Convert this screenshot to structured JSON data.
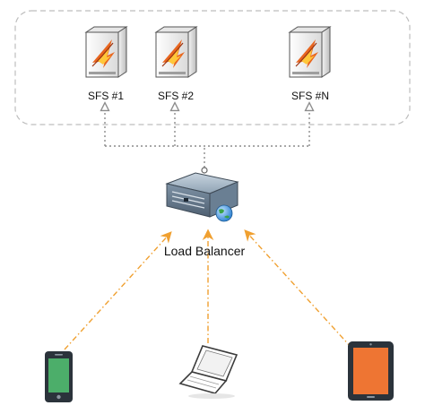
{
  "servers": [
    {
      "label": "SFS #1",
      "icon": "server-tower-icon"
    },
    {
      "label": "SFS #2",
      "icon": "server-tower-icon"
    },
    {
      "label": "SFS #N",
      "icon": "server-tower-icon"
    }
  ],
  "load_balancer": {
    "label": "Load Balancer",
    "icon": "load-balancer-server-icon"
  },
  "clients": [
    {
      "device": "smartphone",
      "icon": "smartphone-icon"
    },
    {
      "device": "laptop",
      "icon": "laptop-icon"
    },
    {
      "device": "tablet",
      "icon": "tablet-icon"
    }
  ],
  "colors": {
    "group_border": "#bdbdbd",
    "server_links": "#8c8c8c",
    "client_links": "#f0a030",
    "phone_screen": "#4cae6a",
    "tablet_screen": "#ee7533"
  }
}
